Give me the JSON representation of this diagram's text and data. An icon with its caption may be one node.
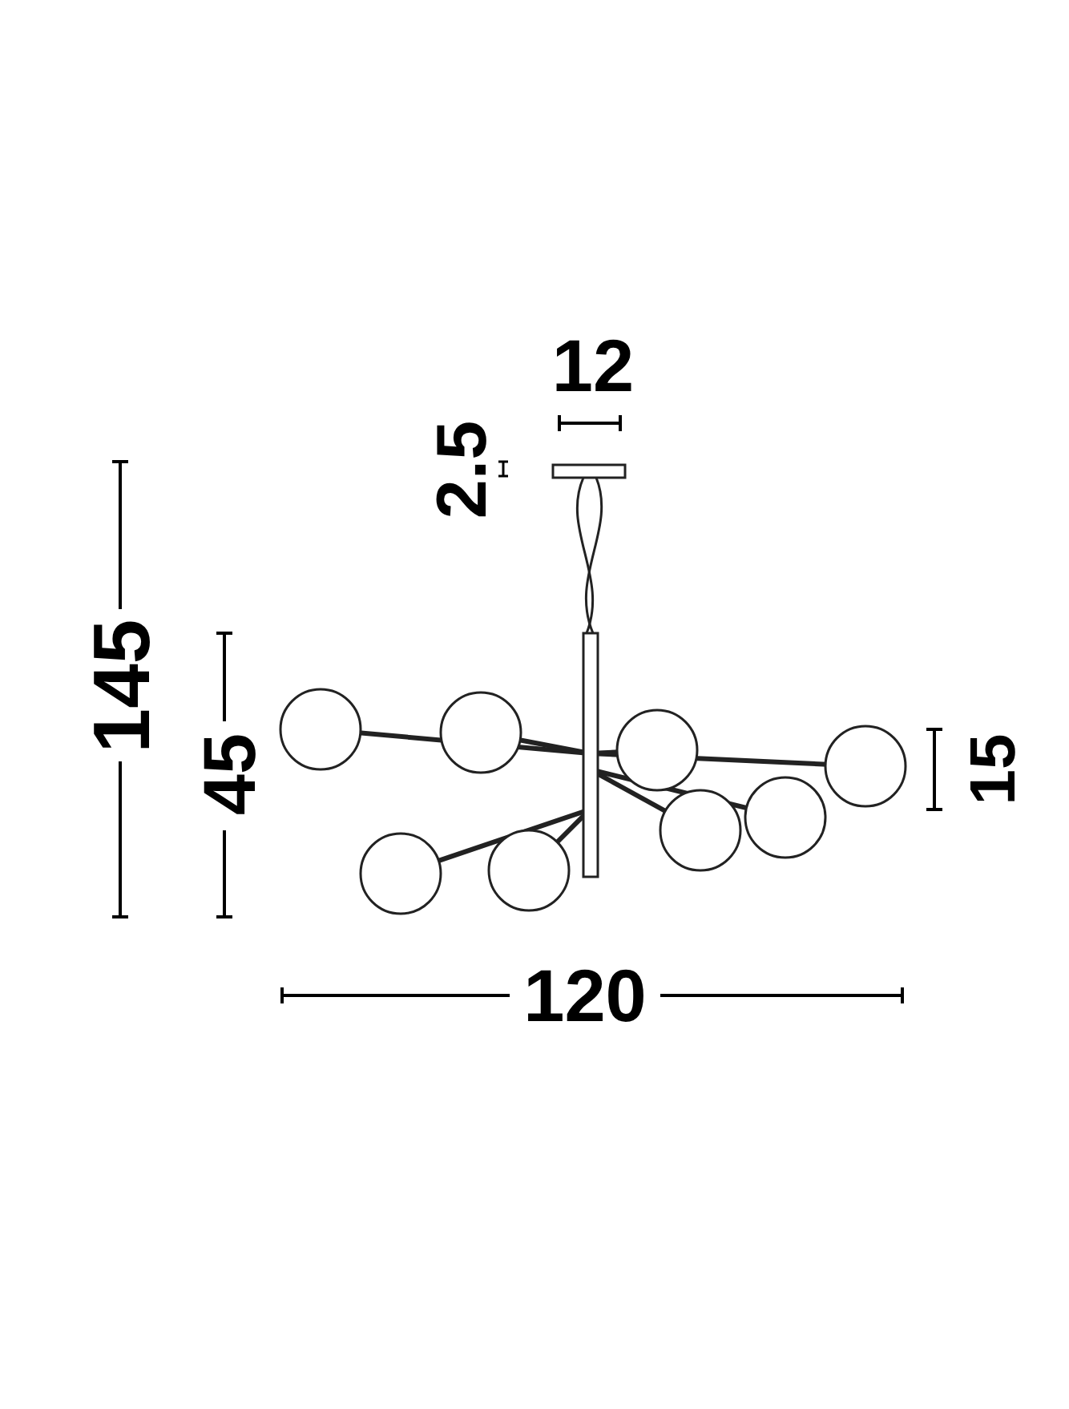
{
  "diagram": {
    "labels": [
      "12",
      "2.5",
      "145",
      "45",
      "15",
      "120"
    ]
  }
}
